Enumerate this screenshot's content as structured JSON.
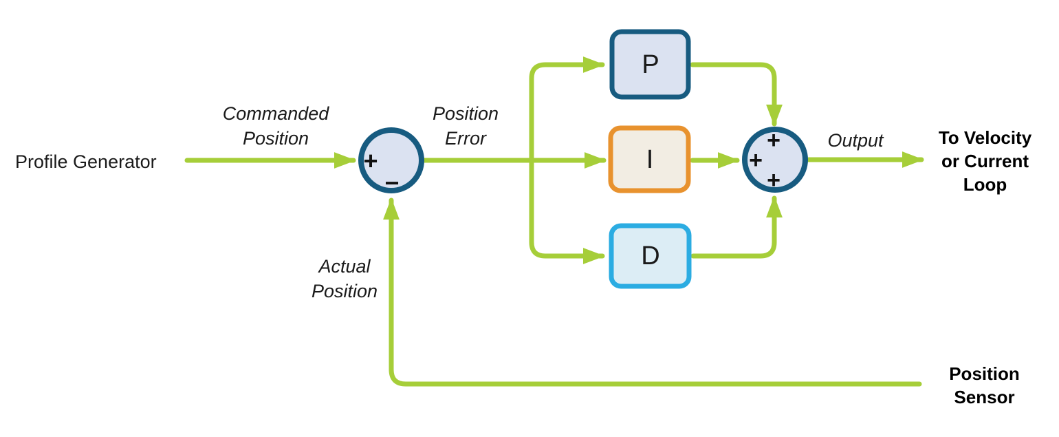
{
  "colors": {
    "wire_green": "#A6CE39",
    "node_blue_border": "#175B80",
    "node_blue_fill": "#DBE2F1",
    "i_orange_border": "#E8922E",
    "i_fill": "#F2EDE3",
    "d_cyan_border": "#2BACE2",
    "d_fill": "#DCEDF5",
    "text": "#1a1a1a"
  },
  "nodes": {
    "profile_generator": "Profile Generator",
    "p_block": "P",
    "i_block": "I",
    "d_block": "D"
  },
  "wire_labels": {
    "commanded_position": [
      "Commanded",
      "Position"
    ],
    "position_error": [
      "Position",
      "Error"
    ],
    "output": "Output",
    "actual_position": [
      "Actual",
      "Position"
    ]
  },
  "endpoints": {
    "to_velocity_or_current_loop": [
      "To Velocity",
      "or Current",
      "Loop"
    ],
    "position_sensor": [
      "Position",
      "Sensor"
    ]
  },
  "junctions": {
    "error_junction": {
      "plus": "+",
      "minus": "−"
    },
    "sum_junction": {
      "plus_top": "+",
      "plus_left": "+",
      "plus_bottom": "+"
    }
  }
}
